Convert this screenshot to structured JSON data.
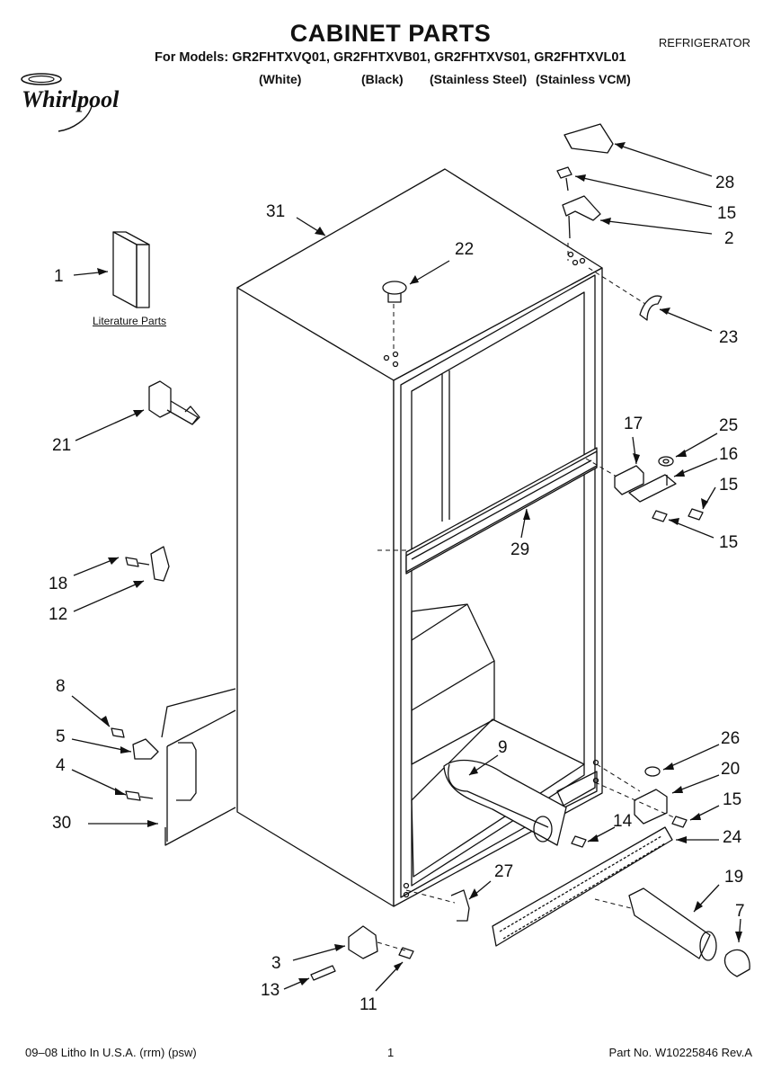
{
  "header": {
    "title": "CABINET PARTS",
    "category": "REFRIGERATOR",
    "models_line": "For Models: GR2FHTXVQ01, GR2FHTXVB01, GR2FHTXVS01, GR2FHTXVL01",
    "variants": [
      "(White)",
      "(Black)",
      "(Stainless Steel)",
      "(Stainless VCM)"
    ]
  },
  "brand": {
    "logo_text": "Whirlpool"
  },
  "literature_label": "Literature Parts",
  "callouts": [
    "31",
    "22",
    "28",
    "15",
    "2",
    "23",
    "1",
    "21",
    "17",
    "25",
    "16",
    "15",
    "15",
    "29",
    "18",
    "12",
    "8",
    "5",
    "4",
    "30",
    "9",
    "26",
    "20",
    "15",
    "14",
    "24",
    "27",
    "19",
    "7",
    "3",
    "13",
    "11"
  ],
  "footer": {
    "left": "09–08 Litho In U.S.A. (rrm) (psw)",
    "page": "1",
    "part_no": "Part No. W10225846 Rev.A"
  }
}
